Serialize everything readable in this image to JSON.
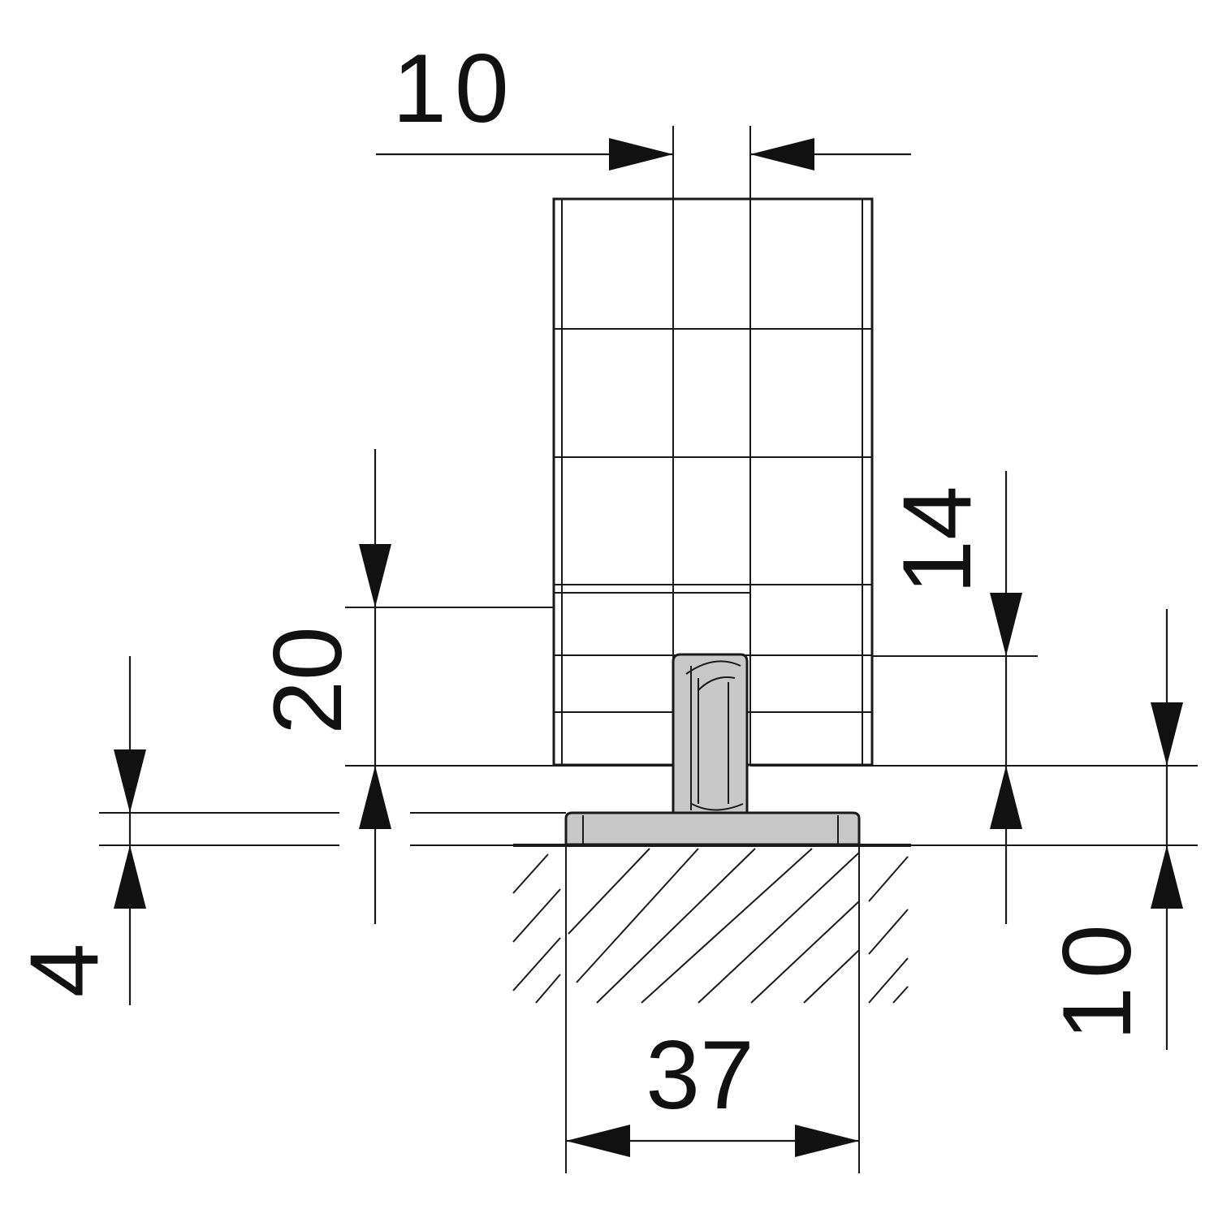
{
  "dimensions": {
    "top_width": "10",
    "insert_height": "20",
    "overlap": "14",
    "plate_thickness": "4",
    "base_depth": "10",
    "base_width": "37"
  },
  "colors": {
    "line": "#1a1a1a",
    "fitting_fill": "#c8c8c8",
    "background": "#ffffff"
  }
}
